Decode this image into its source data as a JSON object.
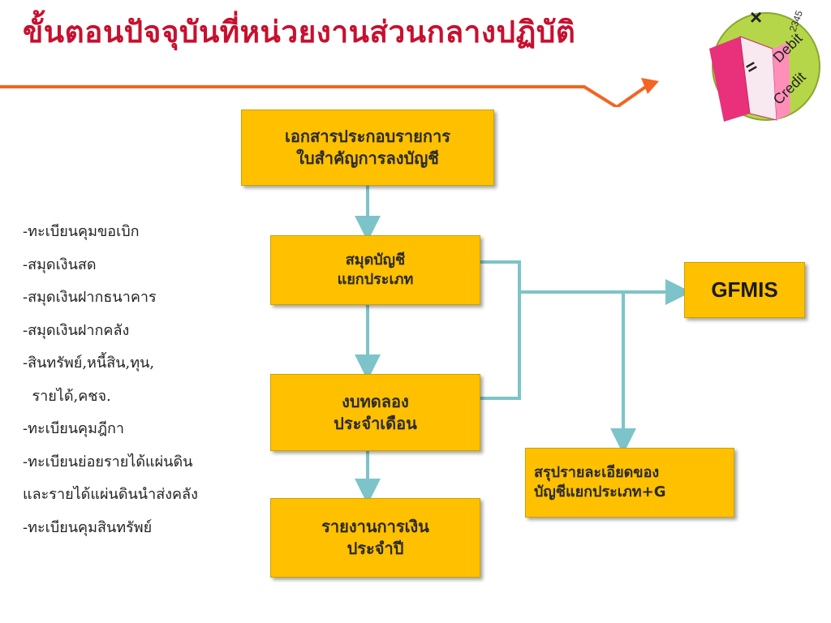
{
  "title": "ขั้นตอนปัจจุบันที่หน่วยงานส่วนกลางปฏิบัติ",
  "colors": {
    "title": "#c8102e",
    "box_fill": "#ffc000",
    "connector": "#7cc4c9",
    "accent_line": "#f26522"
  },
  "boxes": {
    "doc": "เอกสารประกอบรายการ\nใบสำคัญการลงบัญชี",
    "ledger": "สมุดบัญชี\nแยกประเภท",
    "trial": "งบทดลอง\nประจำเดือน",
    "report": "รายงานการเงิน\nประจำปี",
    "gfmis": "GFMIS",
    "summary": "สรุปรายละเอียดของ\nบัญชีแยกประเภท+G"
  },
  "side_list": [
    "-ทะเบียนคุมขอเบิก",
    "-สมุดเงินสด",
    "-สมุดเงินฝากธนาคาร",
    "-สมุดเงินฝากคลัง",
    "-สินทรัพย์,หนี้สิน,ทุน,",
    "  รายได้,คชจ.",
    "-ทะเบียนคุมฎีกา",
    "-ทะเบียนย่อยรายได้แผ่นดิน",
    "และรายได้แผ่นดินนำส่งคลัง",
    "-ทะเบียนคุมสินทรัพย์"
  ],
  "logo": {
    "icon": "accounting-book-icon",
    "number": "2345",
    "debit": "Debit",
    "credit": "Credit",
    "times": "×",
    "equals": "="
  }
}
